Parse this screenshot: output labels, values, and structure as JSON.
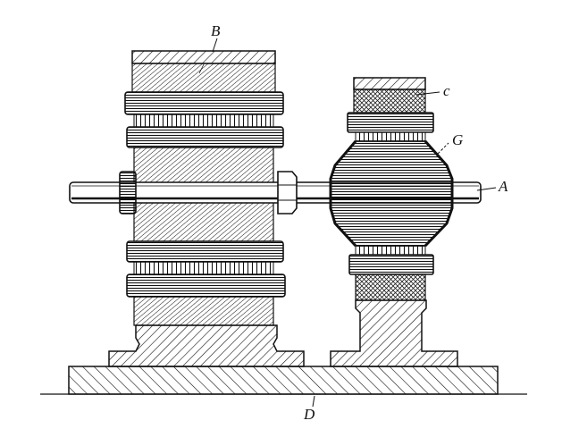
{
  "figure": {
    "kind": "patent line drawing",
    "subject": "dynamo-electric machine assembly on base",
    "ink_color": "#111111",
    "paper_color": "#ffffff"
  },
  "labels": {
    "B": {
      "text": "B",
      "refers_to": "left field-magnet frame"
    },
    "C": {
      "text": "c",
      "refers_to": "right field-magnet frame"
    },
    "G": {
      "text": "G",
      "refers_to": "armature"
    },
    "A": {
      "text": "A",
      "refers_to": "shaft"
    },
    "D": {
      "text": "D",
      "refers_to": "base plate"
    }
  }
}
